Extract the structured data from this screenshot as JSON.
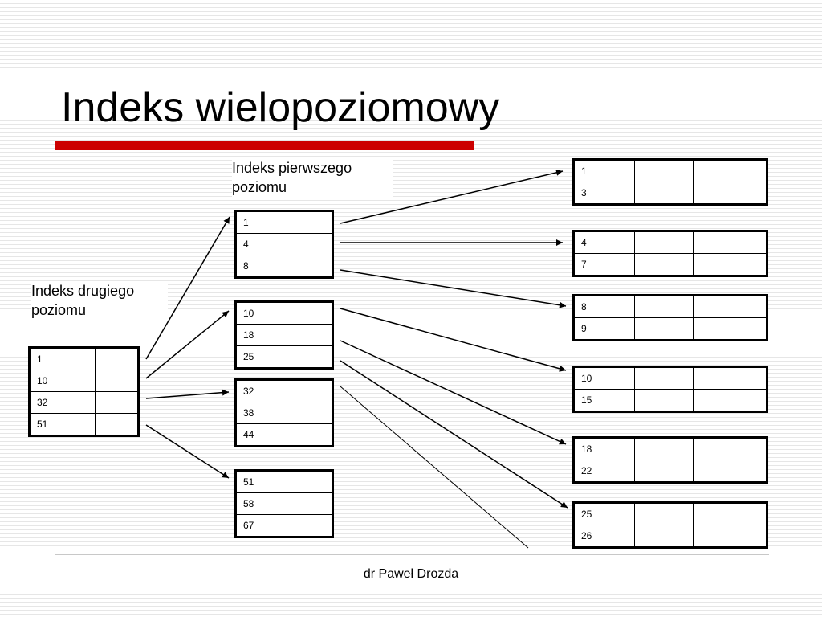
{
  "title": "Indeks wielopoziomowy",
  "accent_color": "#cc0000",
  "labels": {
    "first_level": "Indeks pierwszego poziomu",
    "second_level": "Indeks drugiego poziomu"
  },
  "second_level_index": [
    "1",
    "10",
    "32",
    "51"
  ],
  "first_level_blocks": [
    [
      "1",
      "4",
      "8"
    ],
    [
      "10",
      "18",
      "25"
    ],
    [
      "32",
      "38",
      "44"
    ],
    [
      "51",
      "58",
      "67"
    ]
  ],
  "data_blocks": [
    [
      "1",
      "3"
    ],
    [
      "4",
      "7"
    ],
    [
      "8",
      "9"
    ],
    [
      "10",
      "15"
    ],
    [
      "18",
      "22"
    ],
    [
      "25",
      "26"
    ]
  ],
  "footer": "dr Paweł Drozda"
}
